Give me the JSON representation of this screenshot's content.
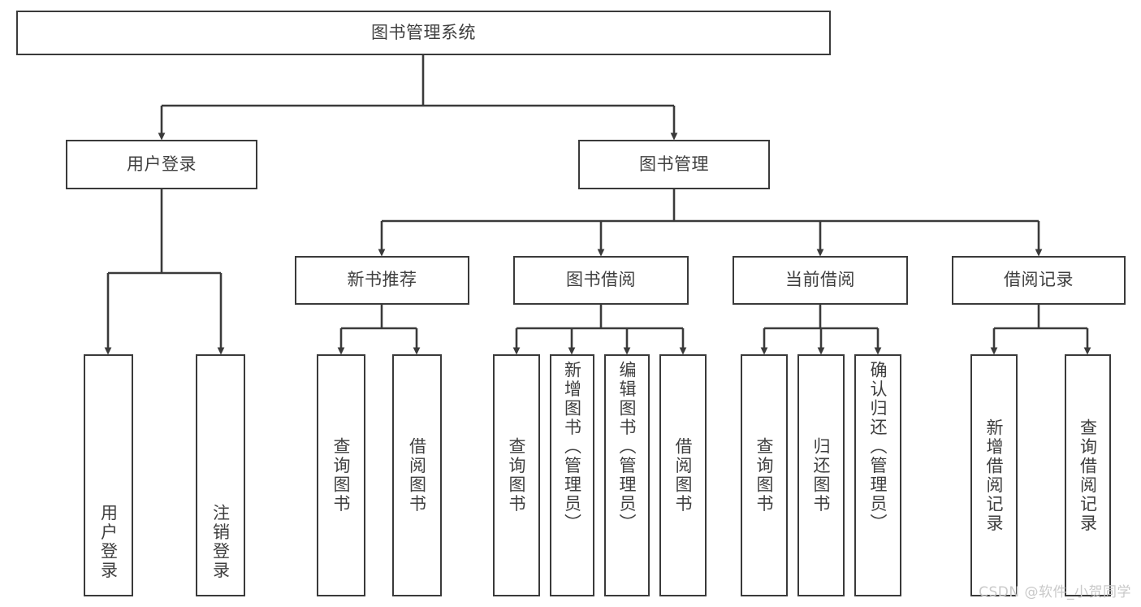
{
  "diagram": {
    "type": "tree-hierarchy",
    "title": "图书管理系统",
    "colors": {
      "box_border": "#3a3a3a",
      "box_fill": "#ffffff",
      "text": "#3f3f3f",
      "connector": "#3a3a3a",
      "background": "#ffffff",
      "watermark": "#c9c9c9"
    },
    "root": {
      "label": "图书管理系统"
    },
    "level1": [
      {
        "id": "user-login",
        "label": "用户登录"
      },
      {
        "id": "book-management",
        "label": "图书管理"
      }
    ],
    "level2": [
      {
        "id": "new-book-recommend",
        "label": "新书推荐",
        "parent": "book-management"
      },
      {
        "id": "book-borrow",
        "label": "图书借阅",
        "parent": "book-management"
      },
      {
        "id": "current-borrow",
        "label": "当前借阅",
        "parent": "book-management"
      },
      {
        "id": "borrow-record",
        "label": "借阅记录",
        "parent": "book-management"
      }
    ],
    "leaves": {
      "user-login": [
        {
          "id": "leaf-user-login",
          "label": "用户登录"
        },
        {
          "id": "leaf-logout",
          "label": "注销登录"
        }
      ],
      "new-book-recommend": [
        {
          "id": "leaf-query-book-1",
          "label": "查询图书"
        },
        {
          "id": "leaf-borrow-book-1",
          "label": "借阅图书"
        }
      ],
      "book-borrow": [
        {
          "id": "leaf-query-book-2",
          "label": "查询图书"
        },
        {
          "id": "leaf-add-book",
          "label": "新增图书（管理员）"
        },
        {
          "id": "leaf-edit-book",
          "label": "编辑图书（管理员）"
        },
        {
          "id": "leaf-borrow-book-2",
          "label": "借阅图书"
        }
      ],
      "current-borrow": [
        {
          "id": "leaf-query-book-3",
          "label": "查询图书"
        },
        {
          "id": "leaf-return-book",
          "label": "归还图书"
        },
        {
          "id": "leaf-confirm-return",
          "label": "确认归还（管理员）"
        }
      ],
      "borrow-record": [
        {
          "id": "leaf-add-record",
          "label": "新增借阅记录"
        },
        {
          "id": "leaf-query-record",
          "label": "查询借阅记录"
        }
      ]
    }
  },
  "watermark": {
    "text": "CSDN @软件_小贺同学"
  }
}
